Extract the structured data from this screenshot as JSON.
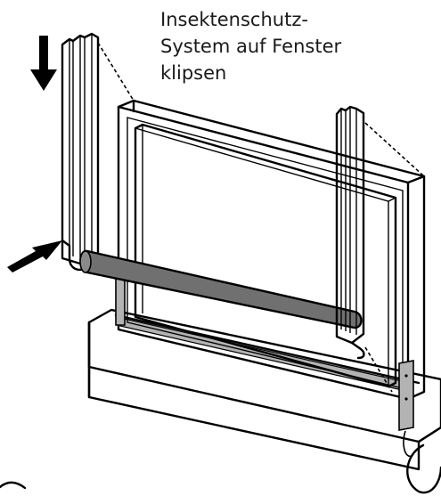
{
  "caption": {
    "lines": [
      "Insektenschutz-",
      "System auf Fenster",
      "klipsen"
    ]
  },
  "colors": {
    "outline": "#000000",
    "roller": "#707070",
    "rail_gray": "#b3b3b3",
    "background": "#ffffff"
  },
  "icons": {
    "down_arrow": "arrow-down-icon",
    "insert_arrow": "arrow-right-icon"
  }
}
